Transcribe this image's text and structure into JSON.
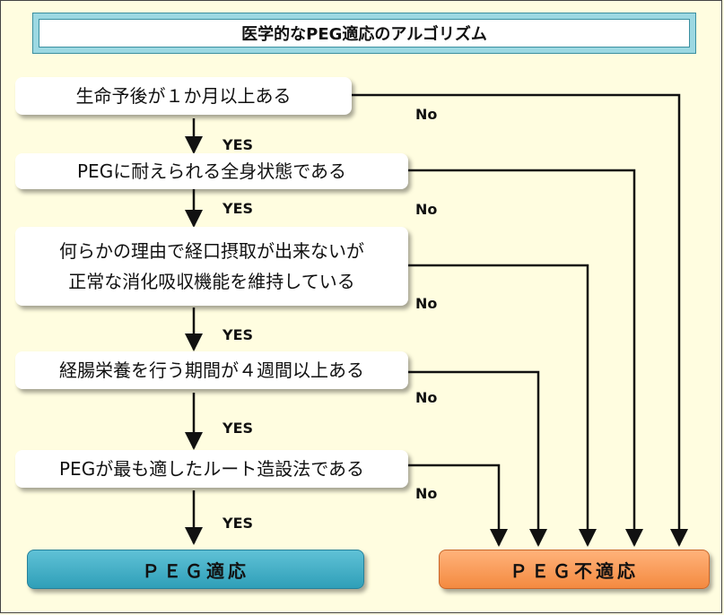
{
  "title": "医学的なPEG適応のアルゴリズム",
  "steps": [
    {
      "text": "生命予後が１か月以上ある"
    },
    {
      "text": "PEGに耐えられる全身状態である"
    },
    {
      "text": "何らかの理由で経口摂取が出来ないが",
      "text2": "正常な消化吸収機能を維持している"
    },
    {
      "text": "経腸栄養を行う期間が４週間以上ある"
    },
    {
      "text": "PEGが最も適したルート造設法である"
    }
  ],
  "yes_label": "YES",
  "no_label": "No",
  "results": {
    "indicated": "ＰＥＧ適応",
    "not_indicated": "ＰＥＧ不適応"
  }
}
